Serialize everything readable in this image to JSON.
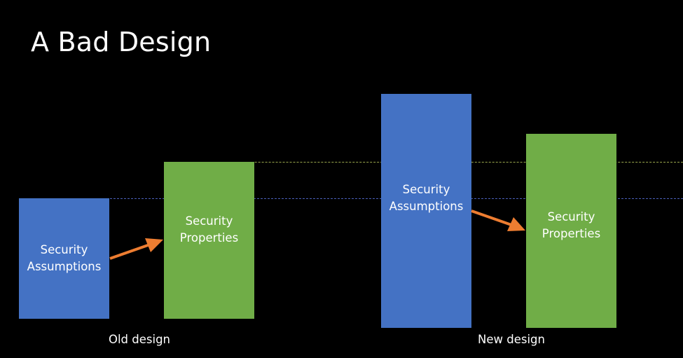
{
  "slide": {
    "title": "A Bad Design"
  },
  "colors": {
    "background": "#000000",
    "assumptions_blue": "#4472c4",
    "properties_green": "#70ad47",
    "arrow_orange": "#ed7d31",
    "guide_green": "#9aa84d",
    "guide_blue": "#4a5fb8"
  },
  "old_design": {
    "caption": "Old design",
    "assumptions": {
      "line1": "Security",
      "line2": "Assumptions"
    },
    "properties": {
      "line1": "Security",
      "line2": "Properties"
    }
  },
  "new_design": {
    "caption": "New design",
    "assumptions": {
      "line1": "Security",
      "line2": "Assumptions"
    },
    "properties": {
      "line1": "Security",
      "line2": "Properties"
    }
  }
}
